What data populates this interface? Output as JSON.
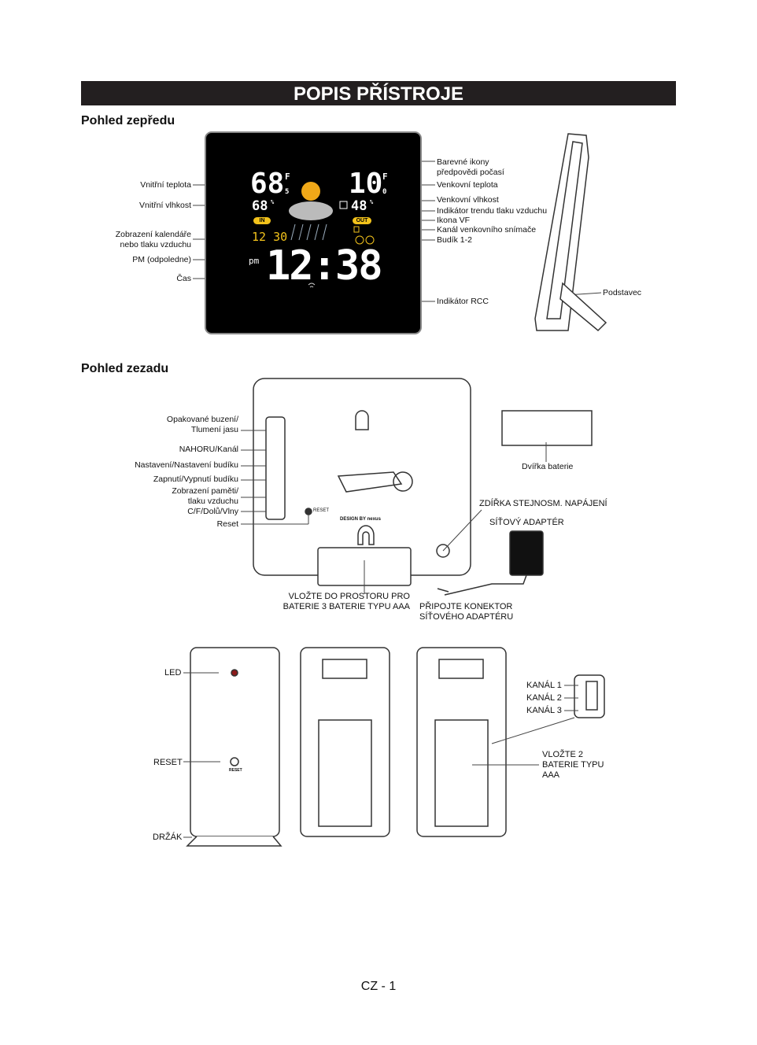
{
  "title": "POPIS PŘÍSTROJE",
  "front": {
    "heading": "Pohled zepředu",
    "display": {
      "in_temp": "68",
      "in_temp_dec": "5",
      "in_hum": "68",
      "out_temp": "10",
      "out_temp_dec": "0",
      "out_hum": "48",
      "in_badge": "IN",
      "out_badge": "OUT",
      "date": "12 30",
      "ampm": "pm",
      "time": "12:38",
      "unit": "F",
      "percent": "%"
    },
    "labels_left": [
      "Vnitřní teplota",
      "Vnitřní vlhkost",
      "Zobrazení kalendáře",
      "nebo tlaku vzduchu",
      "PM (odpoledne)",
      "Čas"
    ],
    "labels_right": [
      "Barevné ikony",
      "předpovědi počasí",
      "Venkovní teplota",
      "Venkovní vlhkost",
      "Indikátor trendu tlaku vzduchu",
      "Ikona VF",
      "Kanál venkovního snímače",
      "Budík 1-2",
      "Indikátor RCC"
    ],
    "stand_label": "Podstavec"
  },
  "back": {
    "heading": "Pohled zezadu",
    "labels_left": [
      "Opakované buzení/",
      "Tlumení jasu",
      "NAHORU/Kanál",
      "Nastavení/Nastavení budíku",
      "Zapnutí/Vypnutí budíku",
      "Zobrazení paměti/",
      "tlaku vzduchu",
      "C/F/Dolů/Vlny",
      "Reset"
    ],
    "battery_door": "Dvířka baterie",
    "dc_jack": "ZDÍŘKA STEJNOSM. NAPÁJENÍ",
    "adapter": "SÍŤOVÝ ADAPTÉR",
    "batteries": [
      "VLOŽTE DO PROSTORU PRO",
      "BATERIE 3 BATERIE TYPU AAA"
    ],
    "connect": [
      "PŘIPOJTE KONEKTOR",
      "SÍŤOVÉHO ADAPTÉRU"
    ],
    "brand": "DESIGN BY nexus",
    "reset_mark": "RESET"
  },
  "sensor": {
    "led": "LED",
    "reset": "RESET",
    "holder": "DRŽÁK",
    "channels": [
      "KANÁL 1",
      "KANÁL 2",
      "KANÁL 3"
    ],
    "insert": [
      "VLOŽTE 2",
      "BATERIE TYPU",
      "AAA"
    ]
  },
  "page_number": "CZ - 1"
}
